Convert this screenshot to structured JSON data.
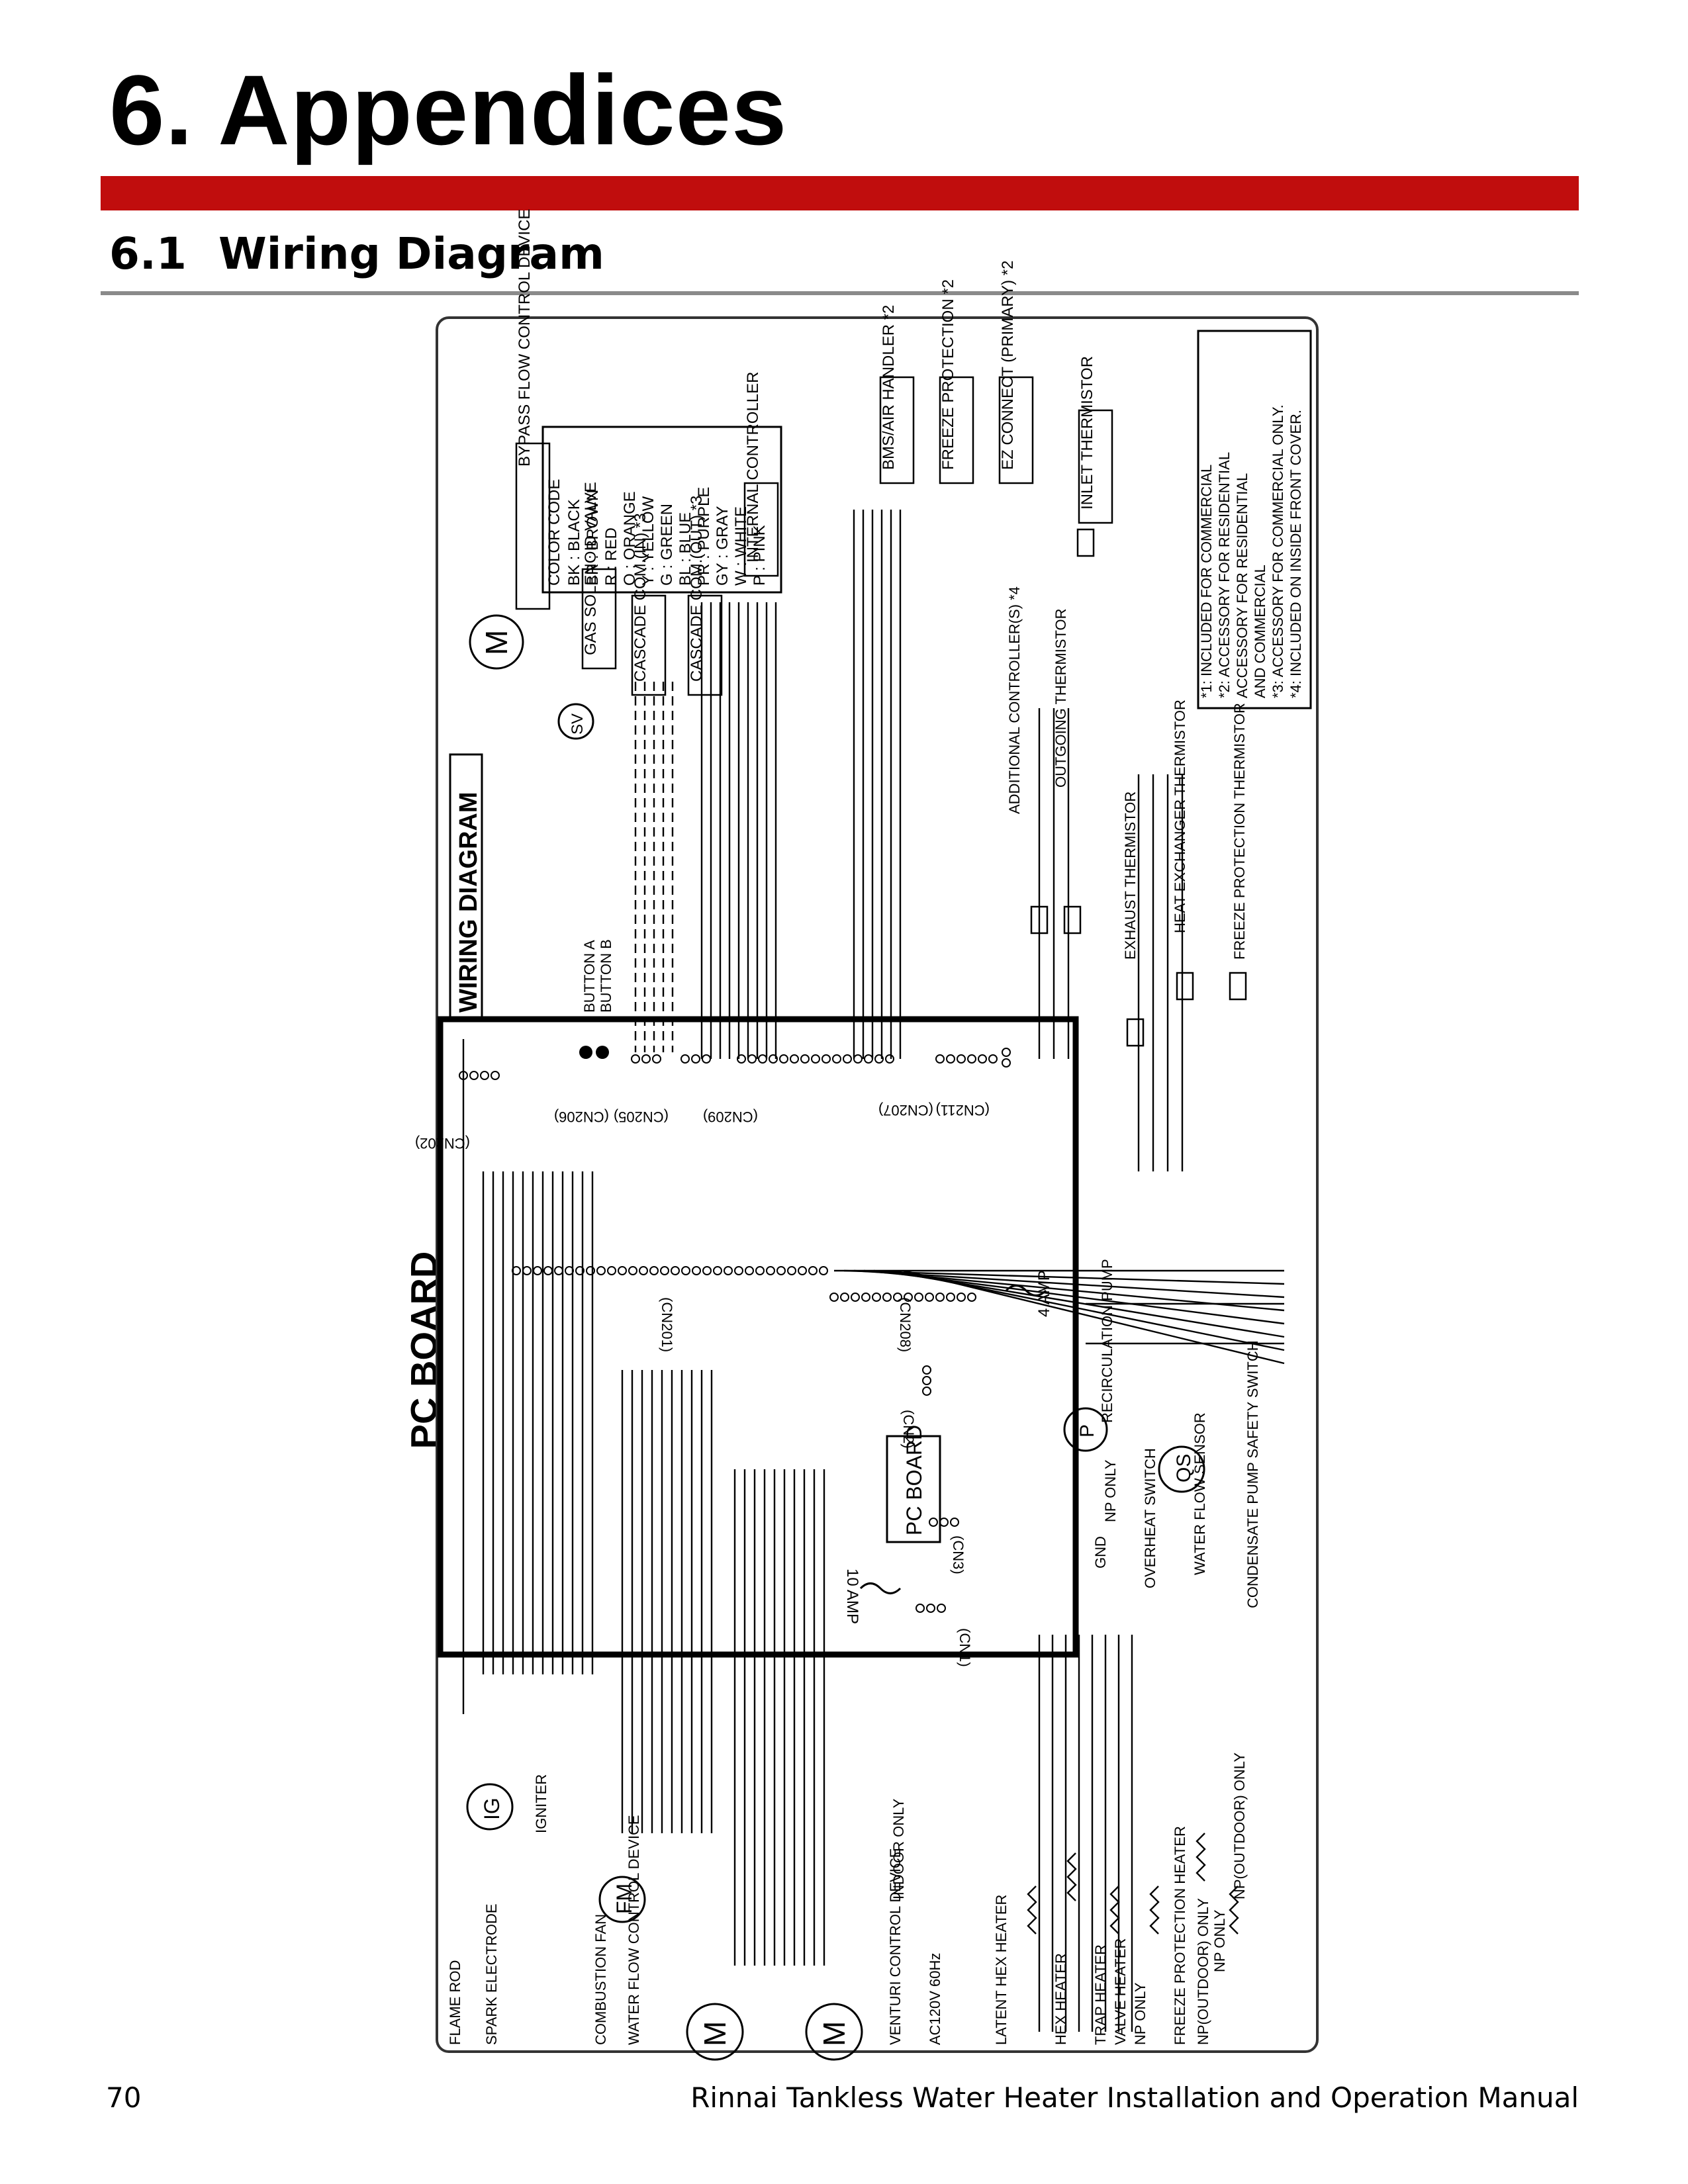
{
  "page": {
    "chapter_title": "6. Appendices",
    "section_number": "6.1",
    "section_title": "Wiring Diagram",
    "page_number": "70",
    "footer_title": "Rinnai Tankless Water Heater Installation and Operation Manual"
  },
  "diagram": {
    "title": "WIRING DIAGRAM",
    "pc_board_label": "PC BOARD",
    "pc_board_inner_label": "PC BOARD",
    "color_code": {
      "heading": "COLOR CODE",
      "entries": [
        "BK : BLACK",
        "BR : BROWN",
        "R : RED",
        "O : ORANGE",
        "Y : YELLOW",
        "G : GREEN",
        "BL : BLUE",
        "PR : PURPLE",
        "GY : GRAY",
        "W : WHITE",
        "P : PINK"
      ]
    },
    "notes": [
      "*1: INCLUDED FOR COMMERCIAL",
      "*2: ACCESSORY FOR RESIDENTIAL",
      "ACCESSORY FOR RESIDENTIAL",
      "AND COMMERCIAL",
      "*3: ACCESSORY FOR COMMERCIAL ONLY.",
      "*4: INCLUDED ON INSIDE FRONT COVER."
    ],
    "components_top": [
      "BYPASS FLOW CONTROL DEVICE",
      "GAS SOLENOID VALVE",
      "CASCADE COM.(IN) *3",
      "CASCADE COM.(OUT) *3",
      "INTERNAL CONTROLLER",
      "BMS/AIR HANDLER *2",
      "FREEZE PROTECTION *2",
      "EZ CONNECT (PRIMARY) *2",
      "INLET THERMISTOR"
    ],
    "components_right": [
      "ADDITIONAL CONTROLLER(S) *4",
      "OUTGOING THERMISTOR",
      "EXHAUST THERMISTOR",
      "HEAT EXCHANGER THERMISTOR",
      "FREEZE PROTECTION THERMISTOR",
      "RECIRCULATION PUMP",
      "OVERHEAT SWITCH",
      "WATER FLOW SENSOR",
      "CONDENSATE PUMP SAFETY SWITCH",
      "NP ONLY",
      "GND"
    ],
    "components_bottom": [
      "FLAME ROD",
      "SPARK ELECTRODE",
      "IGNITER",
      "COMBUSTION FAN",
      "WATER FLOW CONTROL DEVICE",
      "VENTURI CONTROL DEVICE",
      "AC120V 60Hz",
      "INDOOR ONLY",
      "LATENT HEX HEATER",
      "HEX HEATER",
      "TRAP HEATER",
      "VALVE HEATER",
      "NP ONLY",
      "FREEZE PROTECTION HEATER",
      "NP(OUTDOOR) ONLY",
      "NP ONLY",
      "NP(OUTDOOR) ONLY"
    ],
    "connectors": [
      "(CN202)",
      "(CN206)",
      "(CN205)",
      "(CN209)",
      "(CN207)",
      "(CN211)",
      "(CN201)",
      "(CN208)",
      "(CN2)",
      "(CN3)",
      "(CN1)"
    ],
    "fuses": [
      "4 AMP",
      "10 AMP"
    ],
    "buttons": [
      "BUTTON A",
      "BUTTON B"
    ]
  }
}
